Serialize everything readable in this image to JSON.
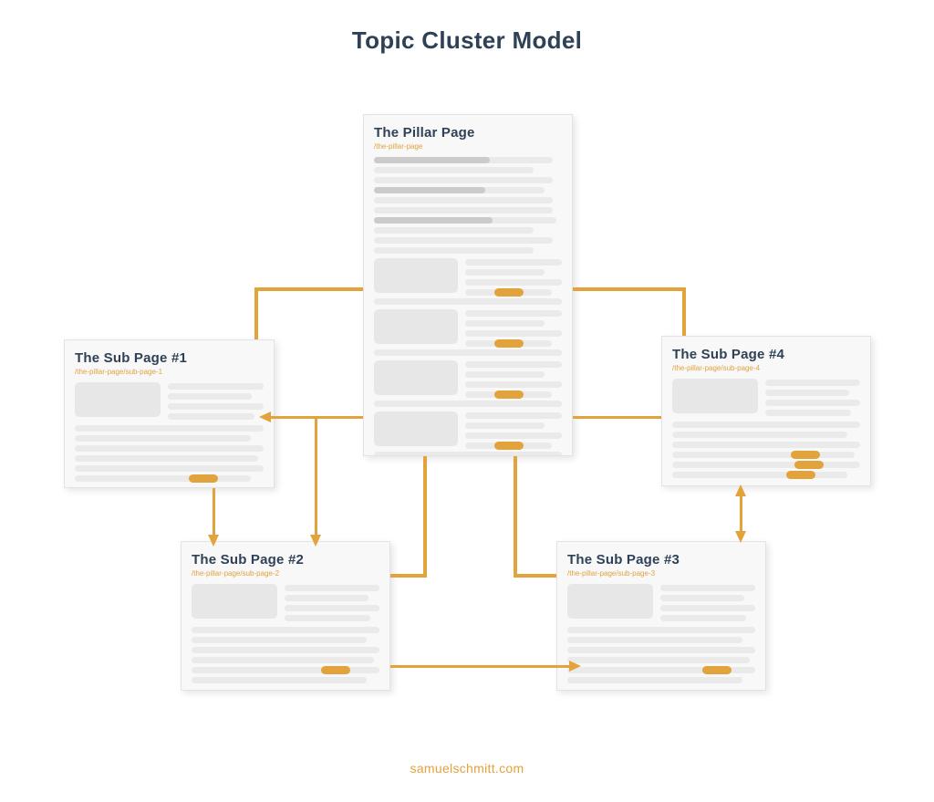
{
  "title": "Topic Cluster Model",
  "footer": "samuelschmitt.com",
  "colors": {
    "accent": "#E2A23C",
    "heading": "#2E4156",
    "card_bg": "#F8F8F8",
    "card_border": "#E3E3E3",
    "line_light": "#EAEAEA",
    "line_dark": "#CBCBCB",
    "placeholder": "#E7E7E7"
  },
  "pages": {
    "pillar": {
      "title": "The Pillar Page",
      "url": "/the-pillar-page"
    },
    "sub1": {
      "title": "The Sub Page #1",
      "url": "/the-pillar-page/sub-page-1"
    },
    "sub2": {
      "title": "The Sub Page #2",
      "url": "/the-pillar-page/sub-page-2"
    },
    "sub3": {
      "title": "The Sub Page #3",
      "url": "/the-pillar-page/sub-page-3"
    },
    "sub4": {
      "title": "The Sub Page #4",
      "url": "/the-pillar-page/sub-page-4"
    }
  }
}
